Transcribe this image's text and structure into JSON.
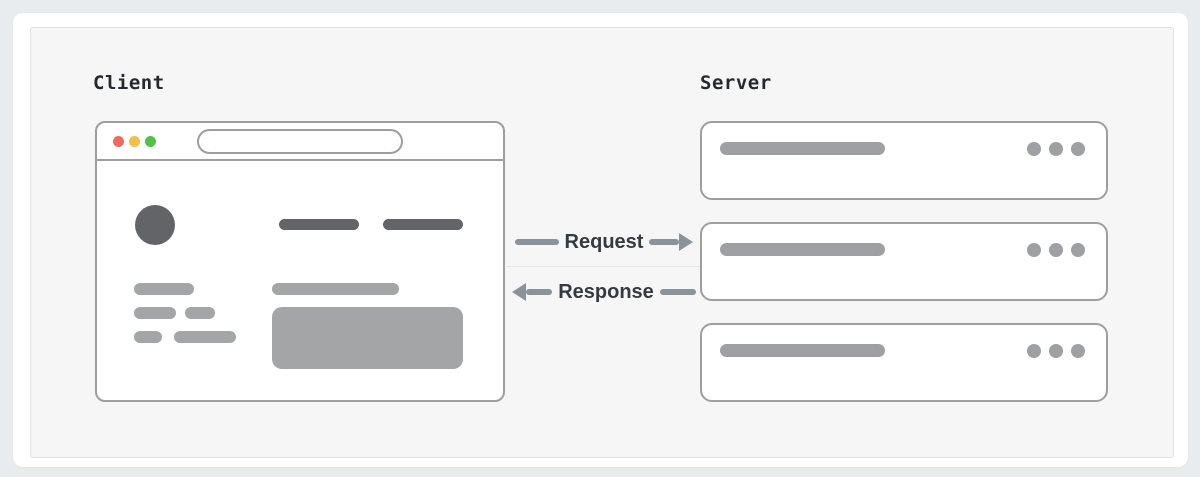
{
  "client": {
    "label": "Client",
    "window": {
      "traffic_lights": [
        {
          "name": "close",
          "color": "#ee6a5f"
        },
        {
          "name": "minimize",
          "color": "#f4bd4f"
        },
        {
          "name": "maximize",
          "color": "#4fc348"
        }
      ],
      "url_bar_value": ""
    }
  },
  "server": {
    "label": "Server",
    "node_count": 3
  },
  "flows": {
    "request": {
      "label": "Request",
      "direction": "right"
    },
    "response": {
      "label": "Response",
      "direction": "left"
    }
  },
  "colors": {
    "page_bg": "#e9ecef",
    "card_bg": "#ffffff",
    "panel_bg": "#f6f6f7",
    "panel_border": "#e2e3e5",
    "outline": "#9e9ea0",
    "arrow": "#8a929c",
    "label_text": "#24292f",
    "flow_text": "#343a40",
    "placeholder_dark": "#626468",
    "placeholder_light": "#a4a5a7",
    "server_bar": "#9fa0a3",
    "traffic_red": "#ee6a5f",
    "traffic_yellow": "#f4bd4f",
    "traffic_green": "#4fc348"
  }
}
